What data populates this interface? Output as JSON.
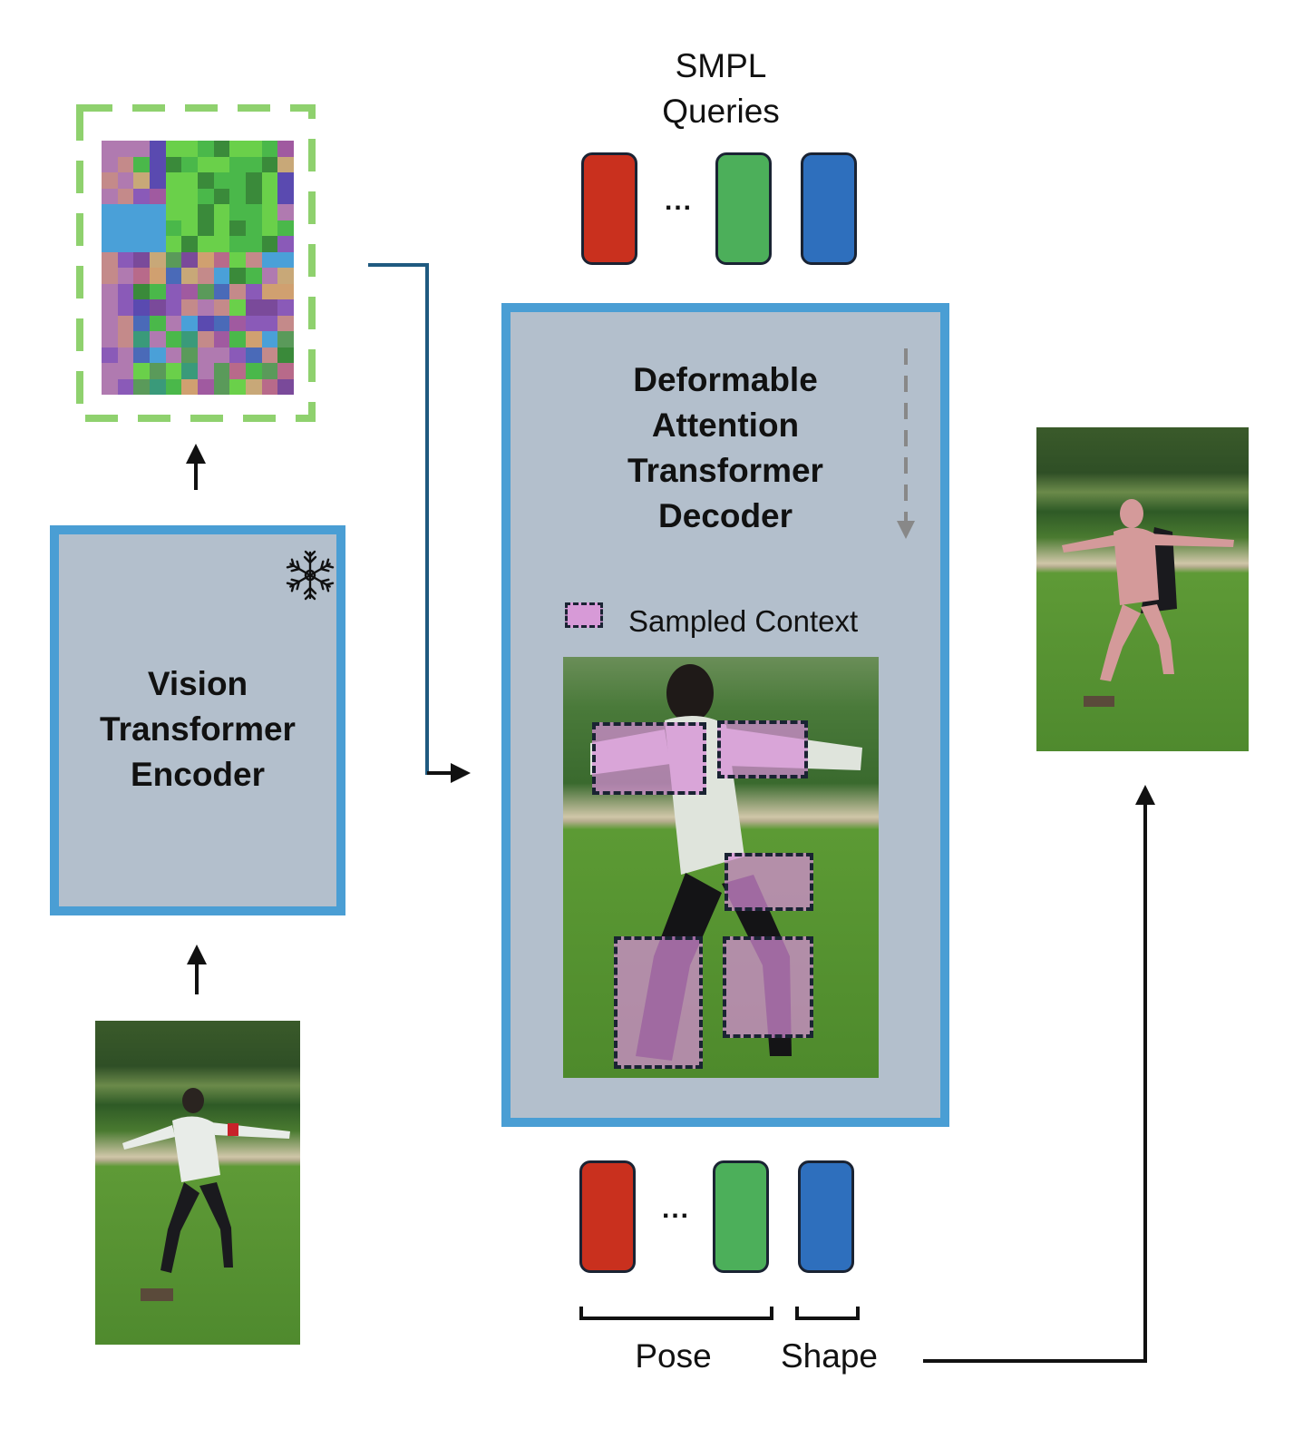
{
  "smpl_queries": {
    "line1": "SMPL",
    "line2": "Queries"
  },
  "encoder": {
    "line1": "Vision",
    "line2": "Transformer",
    "line3": "Encoder"
  },
  "decoder": {
    "line1": "Deformable",
    "line2": "Attention",
    "line3": "Transformer",
    "line4": "Decoder"
  },
  "legend": {
    "sampled_context": "Sampled Context"
  },
  "outputs": {
    "pose": "Pose",
    "shape": "Shape"
  },
  "ellipsis": "...",
  "colors": {
    "pose_token_red": "#c9301e",
    "pose_token_green": "#4caf5a",
    "shape_token_blue": "#2e6fbd",
    "block_border": "#4a9ed4",
    "block_fill": "#b3bfcc",
    "feature_border": "#8fd16e",
    "sample_box": "#d79ad7"
  },
  "icons": [
    "snowflake-icon"
  ]
}
